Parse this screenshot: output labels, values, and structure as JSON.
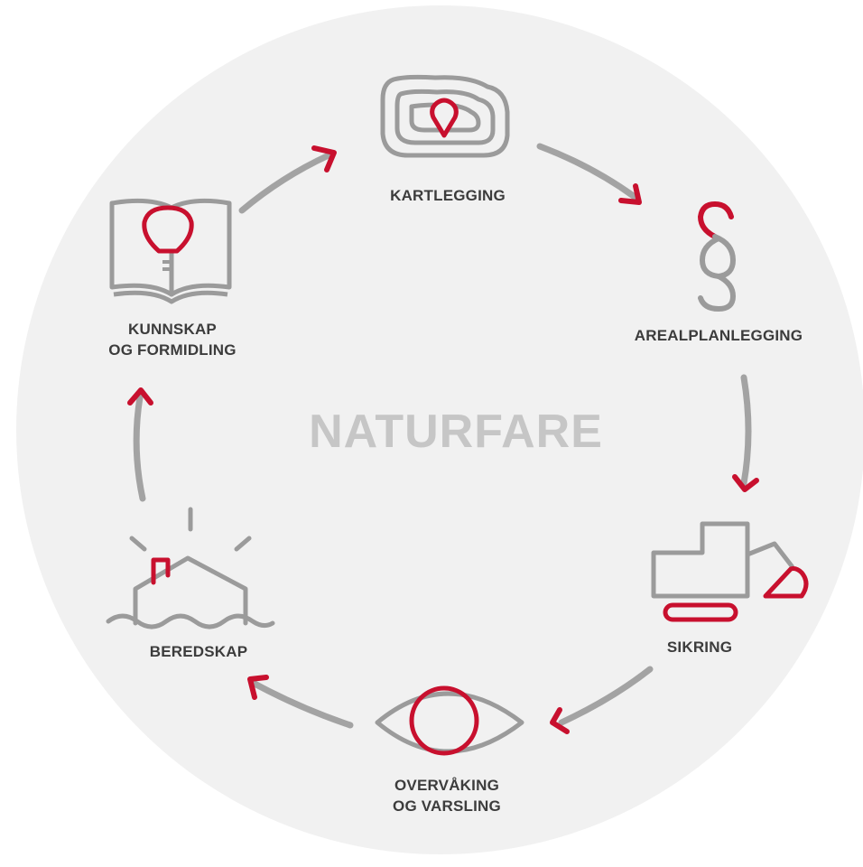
{
  "diagram": {
    "center_title": "NATURFARE",
    "stages": [
      {
        "id": "kartlegging",
        "lines": [
          "KARTLEGGING"
        ],
        "icon": "map-contour-icon"
      },
      {
        "id": "arealplanlegging",
        "lines": [
          "AREALPLANLEGGING"
        ],
        "icon": "section-sign-icon"
      },
      {
        "id": "sikring",
        "lines": [
          "SIKRING"
        ],
        "icon": "excavator-icon"
      },
      {
        "id": "overvaking",
        "lines": [
          "OVERVÅKING",
          "OG VARSLING"
        ],
        "icon": "eye-icon"
      },
      {
        "id": "beredskap",
        "lines": [
          "BEREDSKAP"
        ],
        "icon": "flooded-house-icon"
      },
      {
        "id": "kunnskap",
        "lines": [
          "KUNNSKAP",
          "OG FORMIDLING"
        ],
        "icon": "book-lightbulb-icon"
      }
    ],
    "colors": {
      "background_circle": "#f1f1f1",
      "icon_gray": "#9b9b9b",
      "accent_red": "#c8102e",
      "arrow_gray": "#a3a3a3",
      "label_text": "#3c3c3c",
      "title_text": "#c6c6c6"
    }
  }
}
